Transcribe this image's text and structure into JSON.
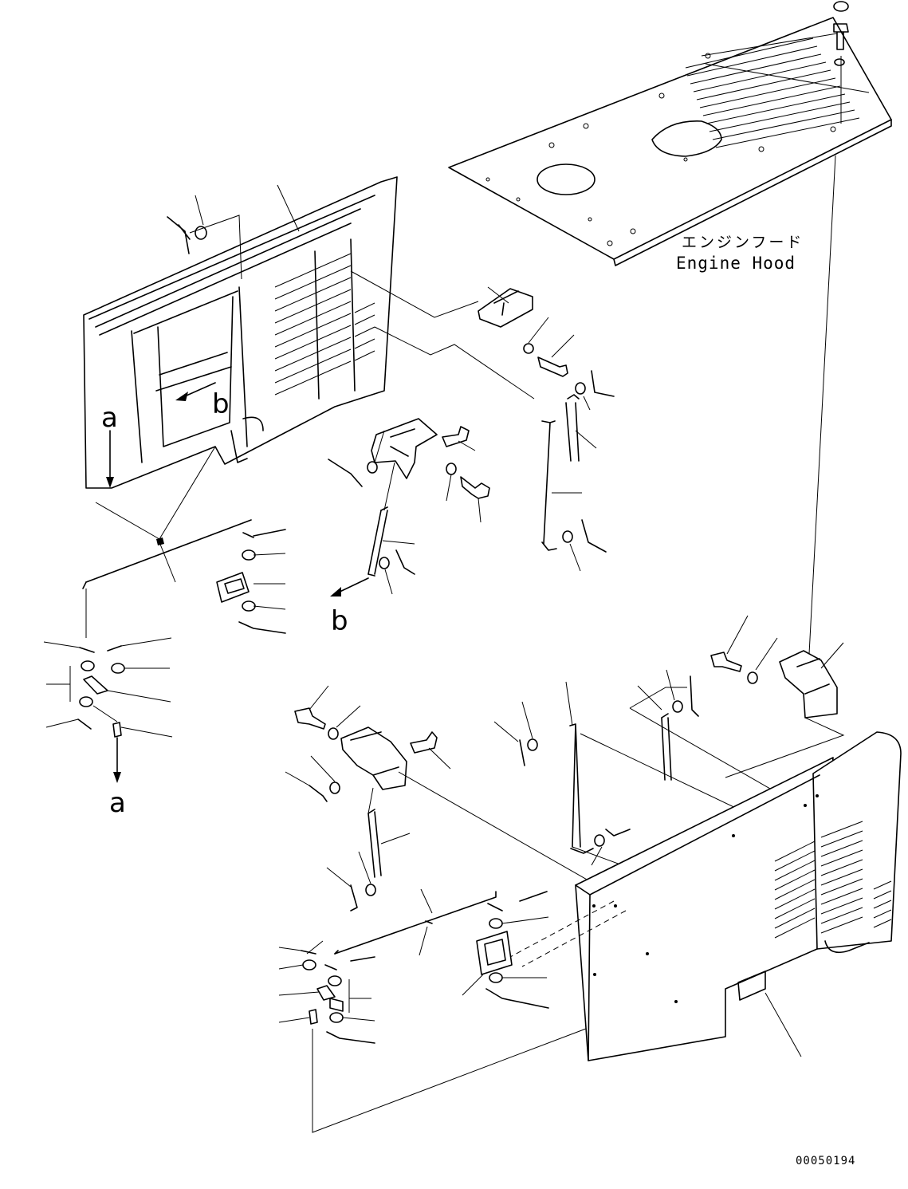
{
  "labels": {
    "engine_hood_jp": "エンジンフード",
    "engine_hood_en": "Engine Hood"
  },
  "view_markers": {
    "a_top": "a",
    "a_bottom": "a",
    "b_top": "b",
    "b_bottom": "b"
  },
  "drawing_number": "00050194"
}
